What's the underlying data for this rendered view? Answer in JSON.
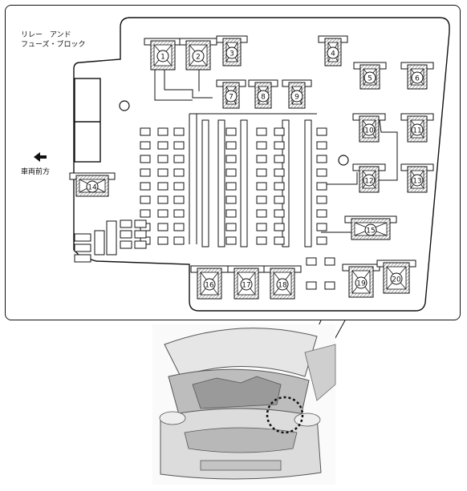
{
  "title_line1": "リレー　アンド",
  "title_line2": "フューズ・ブロック",
  "front_label": "車両前方",
  "arrow_icon": "arrow-left-icon",
  "positions": [
    "1",
    "2",
    "3",
    "4",
    "5",
    "6",
    "7",
    "8",
    "9",
    "10",
    "11",
    "12",
    "13",
    "14",
    "15",
    "16",
    "17",
    "18",
    "19",
    "20"
  ],
  "colors": {
    "line": "#111111",
    "hatch": "#888888",
    "fill": "#ffffff"
  }
}
